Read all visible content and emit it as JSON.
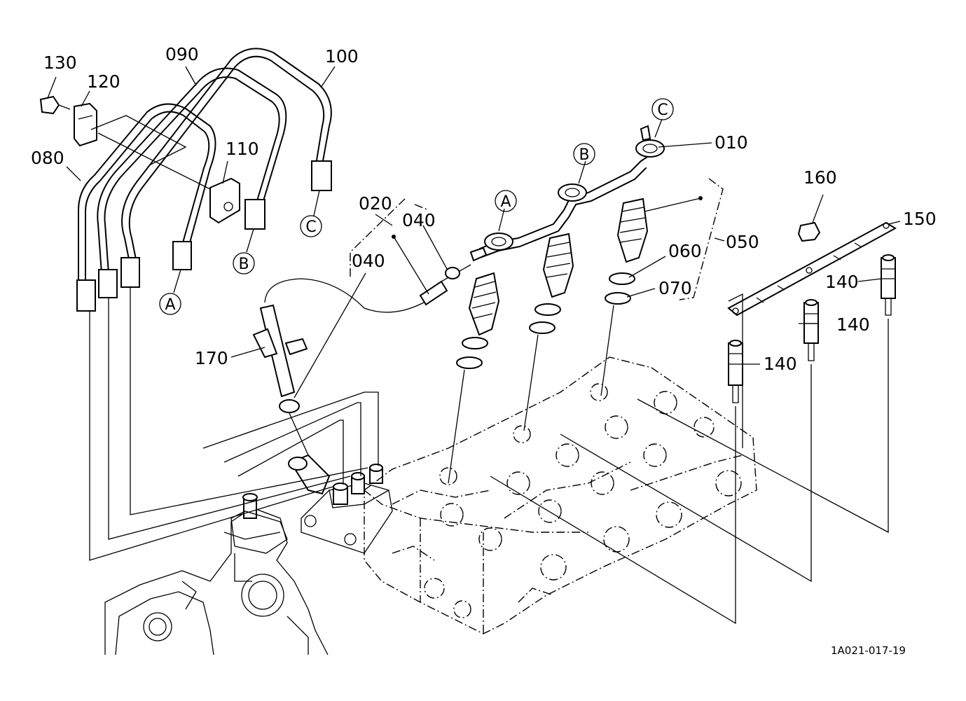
{
  "diagram": {
    "reference_code": "1A021-017-19",
    "part_labels": {
      "p010": "010",
      "p020": "020",
      "p040a": "040",
      "p040b": "040",
      "p050": "050",
      "p060": "060",
      "p070": "070",
      "p080": "080",
      "p090": "090",
      "p100": "100",
      "p110": "110",
      "p120": "120",
      "p130": "130",
      "p140a": "140",
      "p140b": "140",
      "p140c": "140",
      "p150": "150",
      "p160": "160",
      "p170": "170"
    },
    "connection_markers": {
      "a1": "A",
      "b1": "B",
      "c1": "C",
      "a2": "A",
      "b2": "B",
      "c2": "C"
    }
  }
}
